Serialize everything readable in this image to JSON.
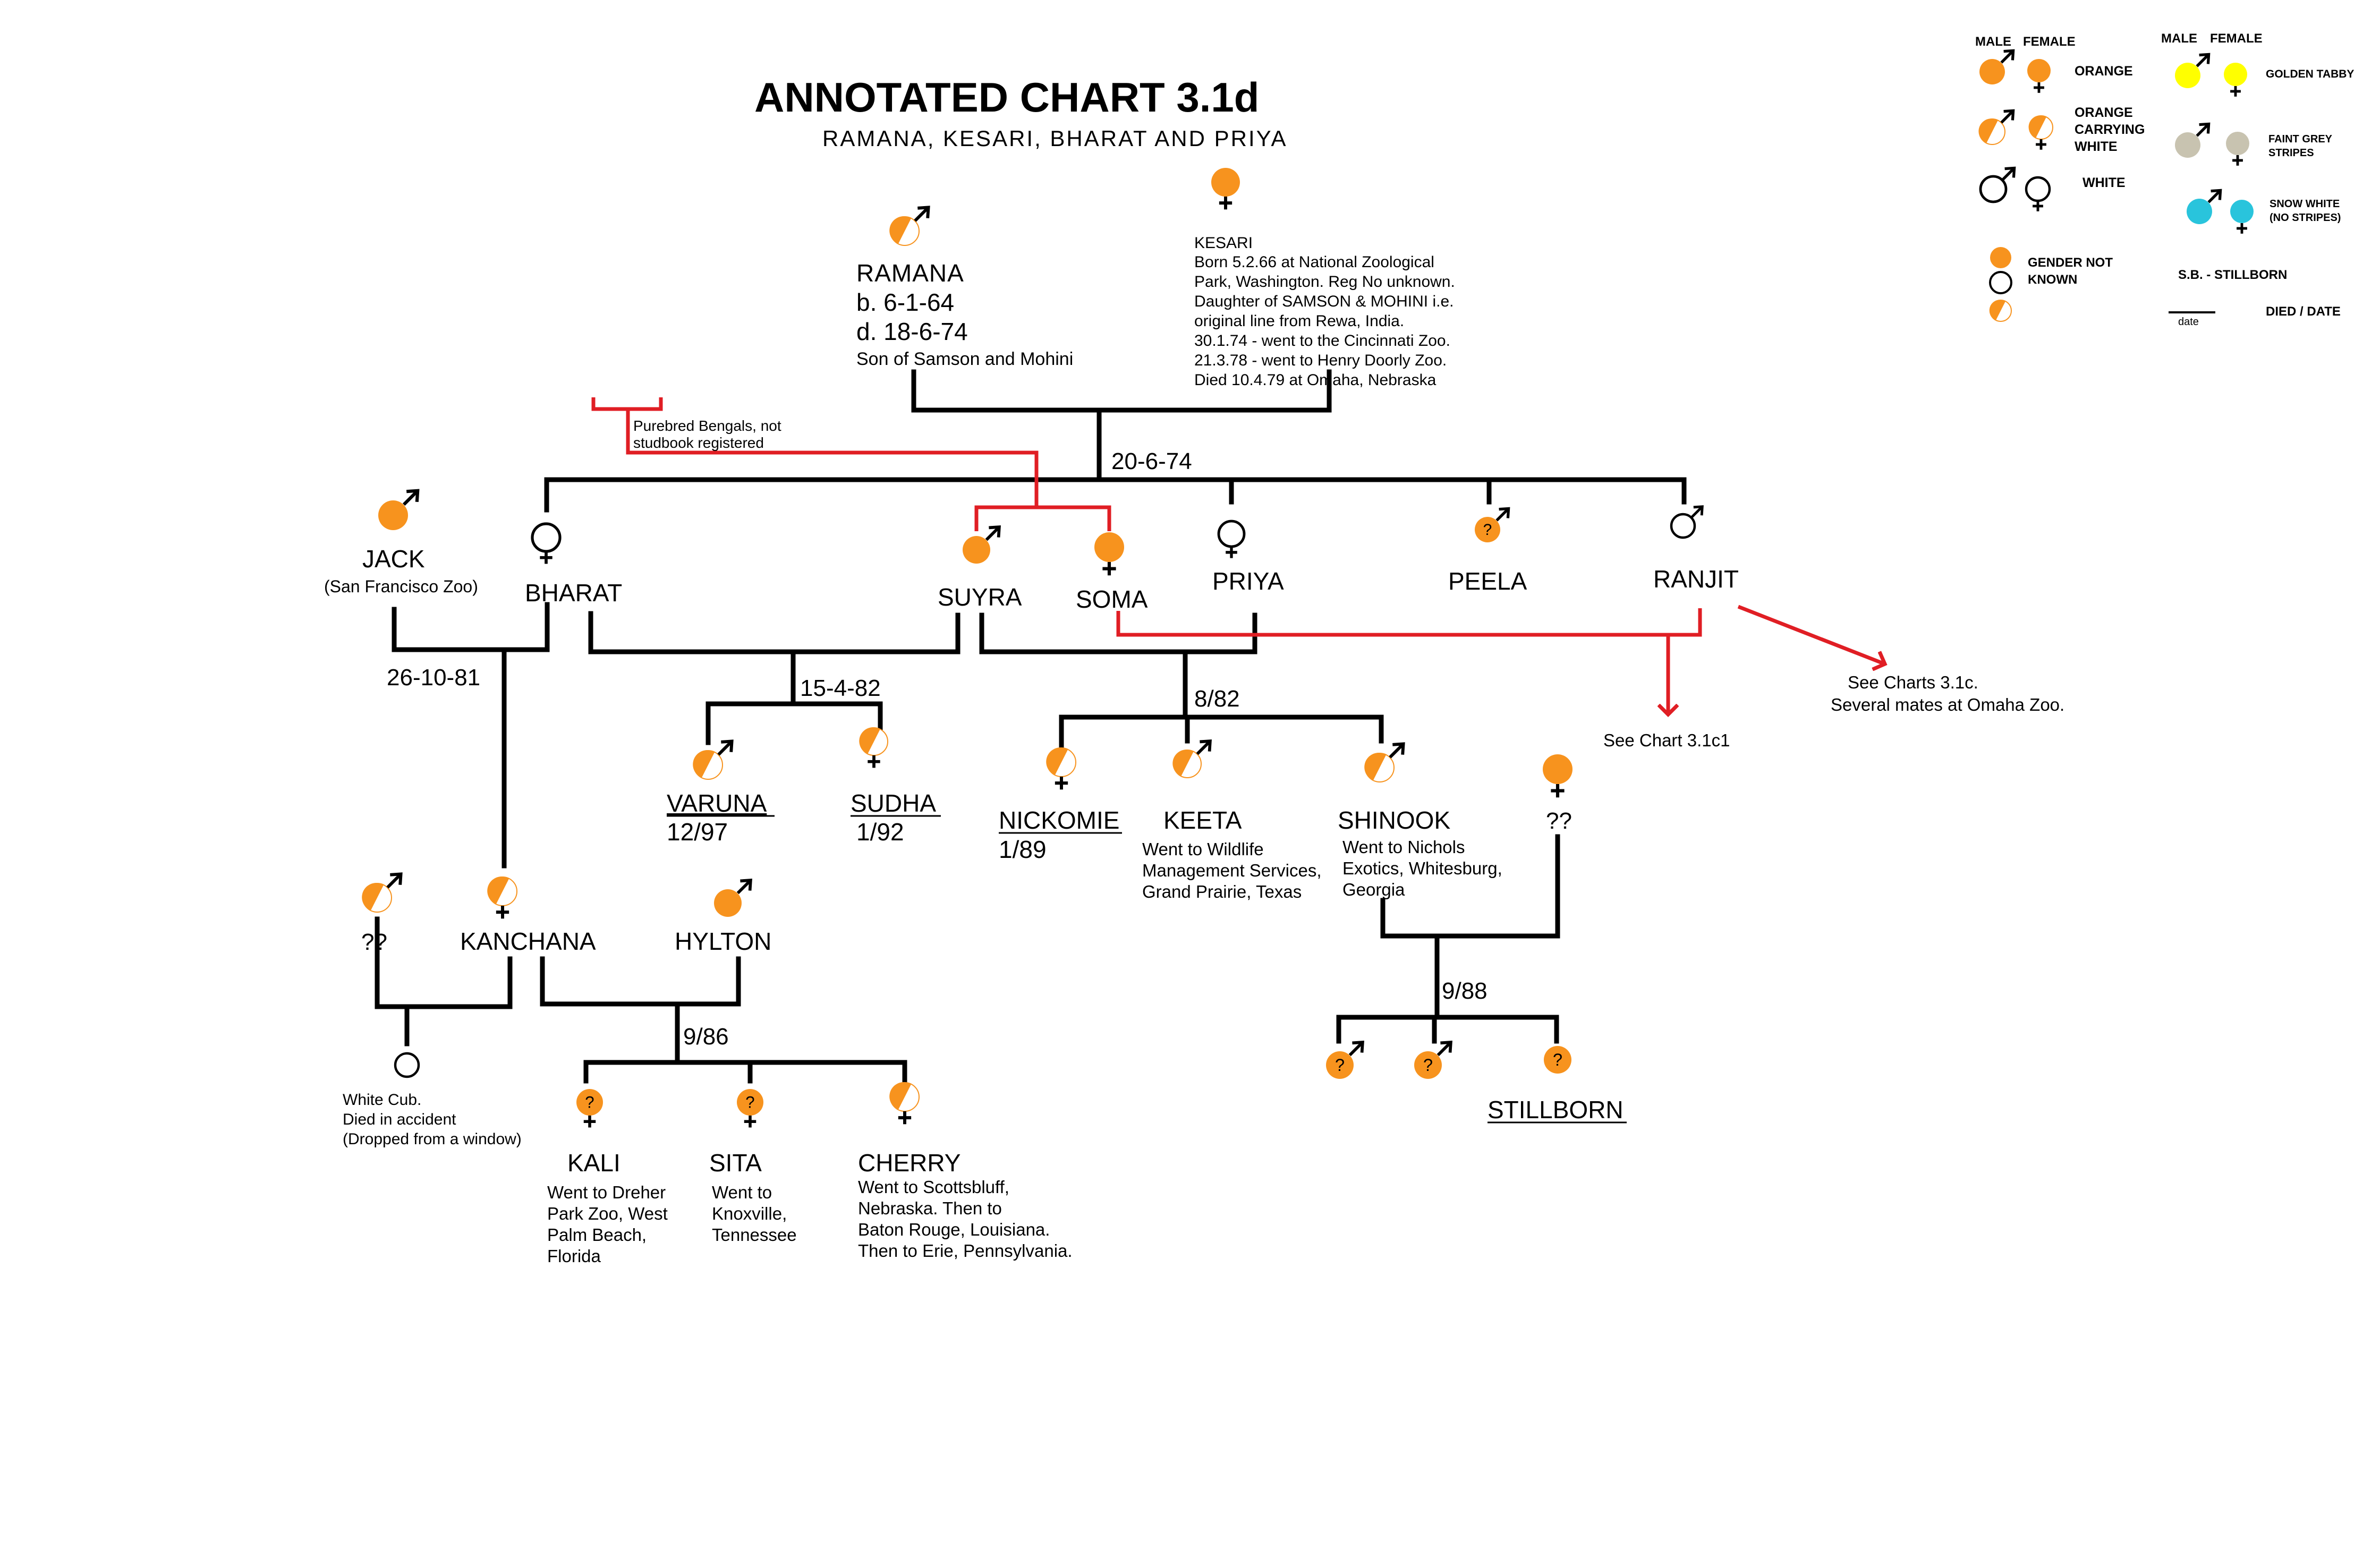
{
  "title": "ANNOTATED CHART 3.1d",
  "subtitle": "RAMANA, KESARI, BHARAT AND PRIYA",
  "colors": {
    "orange": "#F7931E",
    "golden": "#FFFF00",
    "grey": "#C8C3B0",
    "snow": "#29C4DC",
    "line": "#000000",
    "note": "#E01E24"
  },
  "legend": {
    "male_header": "MALE",
    "female_header": "FEMALE",
    "male_header2": "MALE",
    "female_header2": "FEMALE",
    "orange": "ORANGE",
    "carrying": [
      "ORANGE",
      "CARRYING",
      "WHITE"
    ],
    "white": "WHITE",
    "gnk": [
      "GENDER NOT",
      "KNOWN"
    ],
    "golden": "GOLDEN TABBY",
    "faint": [
      "FAINT GREY",
      "STRIPES"
    ],
    "snow": [
      "SNOW WHITE",
      "(NO STRIPES)"
    ],
    "stillborn": "S.B.  - STILLBORN",
    "date_word": "date",
    "died": "DIED / DATE"
  },
  "people": {
    "ramana": {
      "name": "RAMANA",
      "b": "b. 6-1-64",
      "d": "d. 18-6-74",
      "note": "Son of Samson and Mohini"
    },
    "kesari": {
      "name": "KESARI",
      "lines": [
        "Born 5.2.66 at National Zoological",
        "Park, Washington.  Reg No unknown.",
        "Daughter of SAMSON & MOHINI i.e.",
        "original line from Rewa, India.",
        "30.1.74 - went to the Cincinnati Zoo.",
        "21.3.78 - went to Henry Doorly Zoo.",
        "Died 10.4.79 at Omaha, Nebraska"
      ]
    },
    "jack": {
      "name": "JACK",
      "note": "(San Francisco Zoo)"
    },
    "bharat": {
      "name": "BHARAT"
    },
    "suyra": {
      "name": "SUYRA"
    },
    "soma": {
      "name": "SOMA"
    },
    "priya": {
      "name": "PRIYA"
    },
    "peela": {
      "name": "PEELA"
    },
    "ranjit": {
      "name": "RANJIT"
    },
    "varuna": {
      "name": "VARUNA",
      "date": "12/97"
    },
    "sudha": {
      "name": "SUDHA",
      "date": "1/92"
    },
    "nickomie": {
      "name": "NICKOMIE",
      "date": "1/89"
    },
    "keeta": {
      "name": "KEETA",
      "lines": [
        "Went to Wildlife",
        "Management Services,",
        "Grand Prairie, Texas"
      ]
    },
    "shinook": {
      "name": "SHINOOK",
      "lines": [
        "Went to Nichols",
        "Exotics, Whitesburg,",
        "Georgia"
      ]
    },
    "unknown_f": {
      "name": "??"
    },
    "unknown_m": {
      "name": "??"
    },
    "kanchana": {
      "name": "KANCHANA"
    },
    "hylton": {
      "name": "HYLTON"
    },
    "white_cub": {
      "lines": [
        "White Cub.",
        "Died in accident",
        "(Dropped from a window)"
      ]
    },
    "kali": {
      "name": "KALI",
      "lines": [
        "Went to Dreher",
        "Park Zoo, West",
        "Palm Beach,",
        "Florida"
      ]
    },
    "sita": {
      "name": "SITA",
      "lines": [
        "Went to",
        "Knoxville,",
        "Tennessee"
      ]
    },
    "cherry": {
      "name": "CHERRY",
      "lines": [
        "Went to Scottsbluff,",
        "Nebraska.  Then to",
        "Baton Rouge, Louisiana.",
        "Then to Erie, Pennsylvania."
      ]
    },
    "stillborn": {
      "name": "STILLBORN"
    }
  },
  "dates": {
    "d1": "20-6-74",
    "d2": "26-10-81",
    "d3": "15-4-82",
    "d4": "8/82",
    "d5": "9/86",
    "d6": "9/88"
  },
  "qmark": "?",
  "notes": {
    "purebred": [
      "Purebred Bengals, not",
      "studbook registered"
    ],
    "see1": "See Chart 3.1c1",
    "see2": [
      "See Charts 3.1c.",
      "Several mates at Omaha Zoo."
    ]
  }
}
